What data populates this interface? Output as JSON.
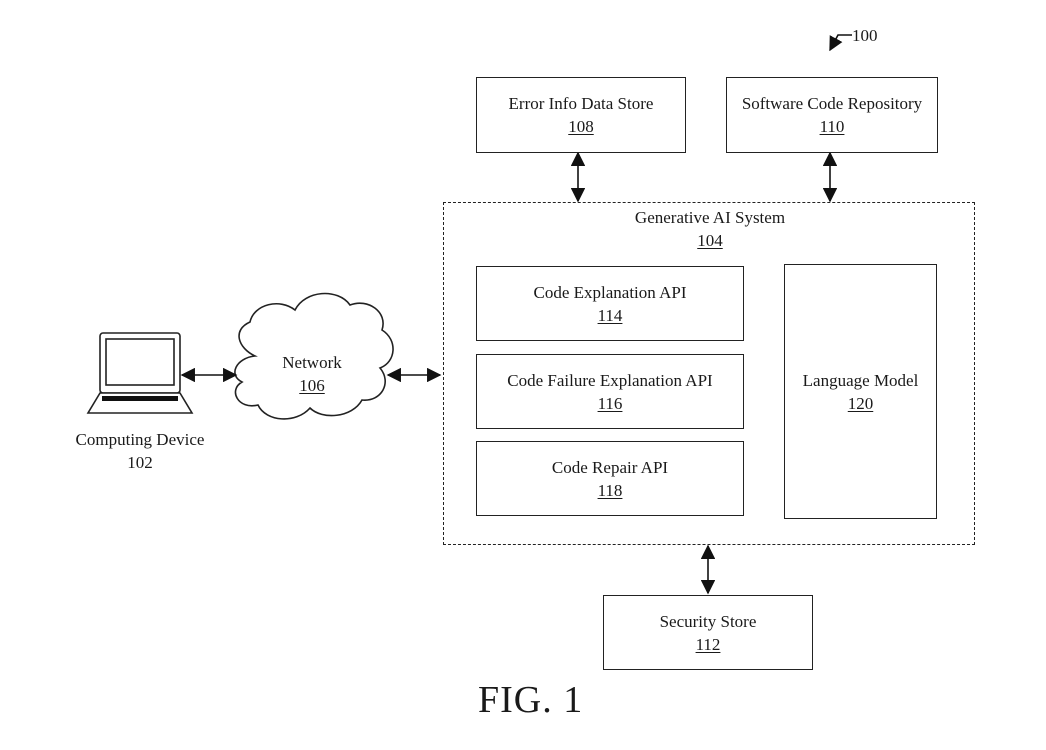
{
  "figure": {
    "label": "FIG. 1",
    "system_ref": "100"
  },
  "nodes": {
    "computing_device": {
      "title": "Computing Device",
      "ref": "102"
    },
    "network": {
      "title": "Network",
      "ref": "106"
    },
    "generative_ai_system": {
      "title": "Generative AI System",
      "ref": "104"
    },
    "error_info_data_store": {
      "title": "Error Info Data Store",
      "ref": "108"
    },
    "software_code_repository": {
      "title": "Software Code Repository",
      "ref": "110"
    },
    "security_store": {
      "title": "Security Store",
      "ref": "112"
    },
    "code_explanation_api": {
      "title": "Code Explanation API",
      "ref": "114"
    },
    "code_failure_explanation_api": {
      "title": "Code Failure Explanation API",
      "ref": "116"
    },
    "code_repair_api": {
      "title": "Code Repair API",
      "ref": "118"
    },
    "language_model": {
      "title": "Language Model",
      "ref": "120"
    }
  },
  "connections": [
    {
      "from": "computing_device",
      "to": "network",
      "direction": "bidirectional"
    },
    {
      "from": "network",
      "to": "generative_ai_system",
      "direction": "bidirectional"
    },
    {
      "from": "error_info_data_store",
      "to": "generative_ai_system",
      "direction": "bidirectional"
    },
    {
      "from": "software_code_repository",
      "to": "generative_ai_system",
      "direction": "bidirectional"
    },
    {
      "from": "generative_ai_system",
      "to": "security_store",
      "direction": "bidirectional"
    }
  ]
}
